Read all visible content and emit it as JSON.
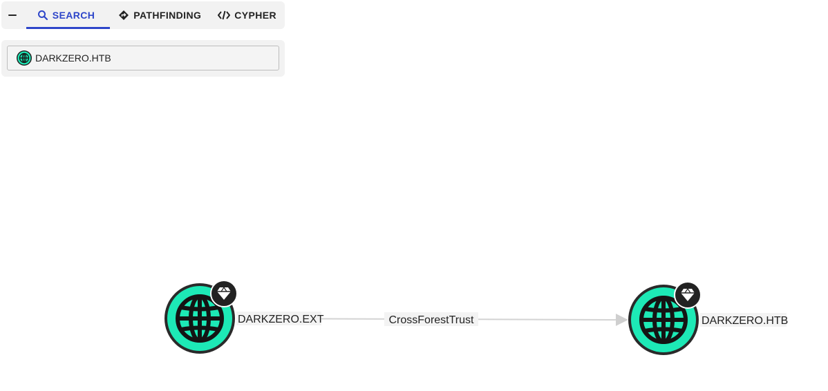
{
  "toolbar": {
    "collapse_icon": "minus-icon",
    "tabs": [
      {
        "label": "SEARCH",
        "icon": "search-icon",
        "active": true
      },
      {
        "label": "PATHFINDING",
        "icon": "diamond-arrow-icon",
        "active": false
      },
      {
        "label": "CYPHER",
        "icon": "code-icon",
        "active": false
      }
    ]
  },
  "search": {
    "value": "DARKZERO.HTB",
    "icon": "domain-globe-icon"
  },
  "graph": {
    "nodes": [
      {
        "id": "ext",
        "label": "DARKZERO.EXT",
        "icon": "globe-icon",
        "badge": "gem-icon"
      },
      {
        "id": "htb",
        "label": "DARKZERO.HTB",
        "icon": "globe-icon",
        "badge": "gem-icon"
      }
    ],
    "edges": [
      {
        "from": "ext",
        "to": "htb",
        "label": "CrossForestTrust"
      }
    ]
  },
  "colors": {
    "accent": "#2d45c9",
    "domain_node": "#1de9b6",
    "node_ring": "#222222",
    "edge": "#d6d6d6"
  }
}
